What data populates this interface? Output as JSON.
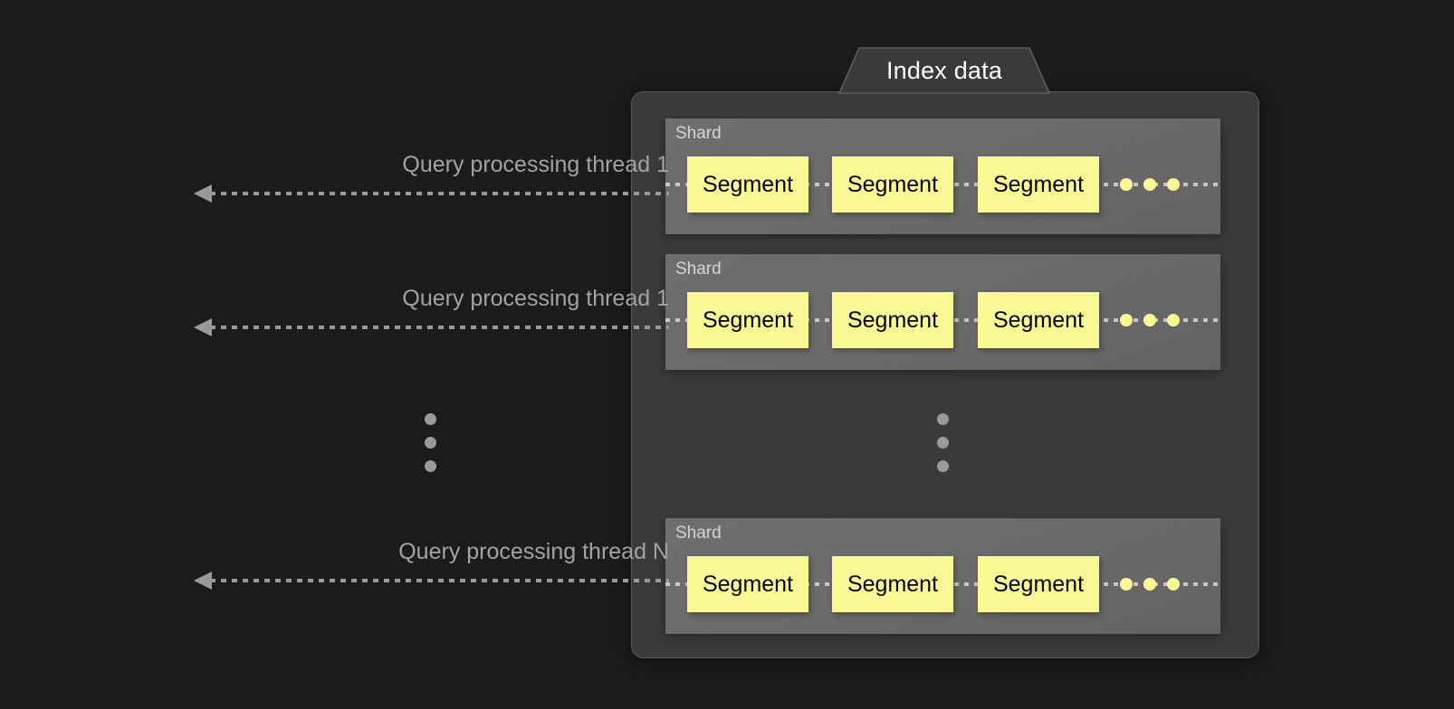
{
  "diagram": {
    "title": "Index data",
    "background_color": "#1b1b1b",
    "container_color": "#3a3a3a",
    "shard_color": "#6b6b6b",
    "segment_color": "#faf894",
    "accent_text_color": "#a3a3a3"
  },
  "threads": [
    {
      "label": "Query processing thread 1"
    },
    {
      "label": "Query processing thread 1"
    },
    {
      "label": "Query processing thread N"
    }
  ],
  "shards": [
    {
      "label": "Shard",
      "segments": [
        "Segment",
        "Segment",
        "Segment"
      ],
      "trailing_dots": 3
    },
    {
      "label": "Shard",
      "segments": [
        "Segment",
        "Segment",
        "Segment"
      ],
      "trailing_dots": 3
    },
    {
      "label": "Shard",
      "segments": [
        "Segment",
        "Segment",
        "Segment"
      ],
      "trailing_dots": 3
    }
  ],
  "ellipsis": {
    "left_dots": 3,
    "inner_dots": 3
  }
}
